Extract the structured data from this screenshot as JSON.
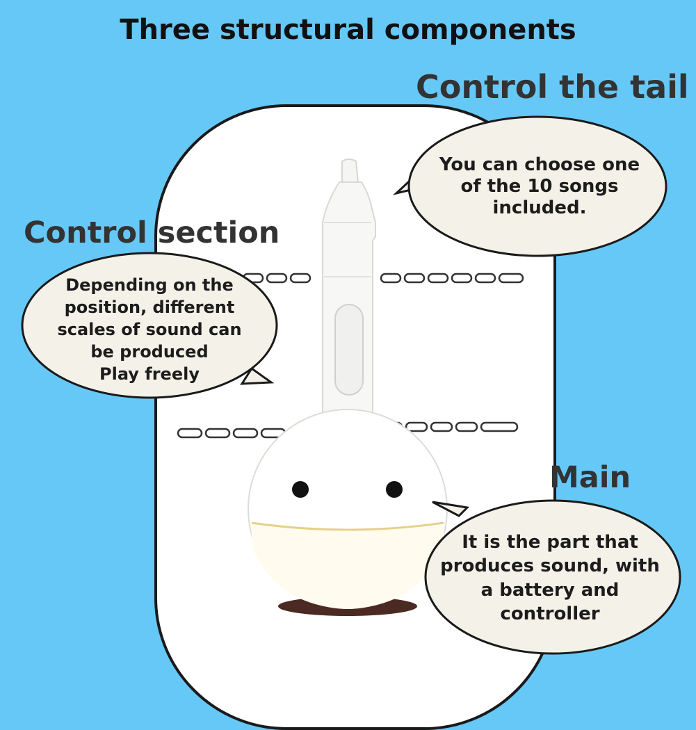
{
  "title": "Three structural components",
  "sections": {
    "tail": {
      "heading": "Control the tail",
      "lines": [
        "You can choose one",
        "of the 10 songs",
        "included."
      ]
    },
    "control": {
      "heading": "Control section",
      "lines": [
        "Depending on the",
        "position, different",
        "scales of sound can",
        "be produced",
        "Play freely"
      ]
    },
    "main": {
      "heading": "Main",
      "lines": [
        "It is the part that",
        "produces sound, with",
        "a battery and",
        "controller"
      ]
    }
  },
  "colors": {
    "background": "#66c8f7",
    "bubble_fill": "#f4f1e8",
    "outline": "#1a1a1a",
    "heading_text": "#333333"
  }
}
